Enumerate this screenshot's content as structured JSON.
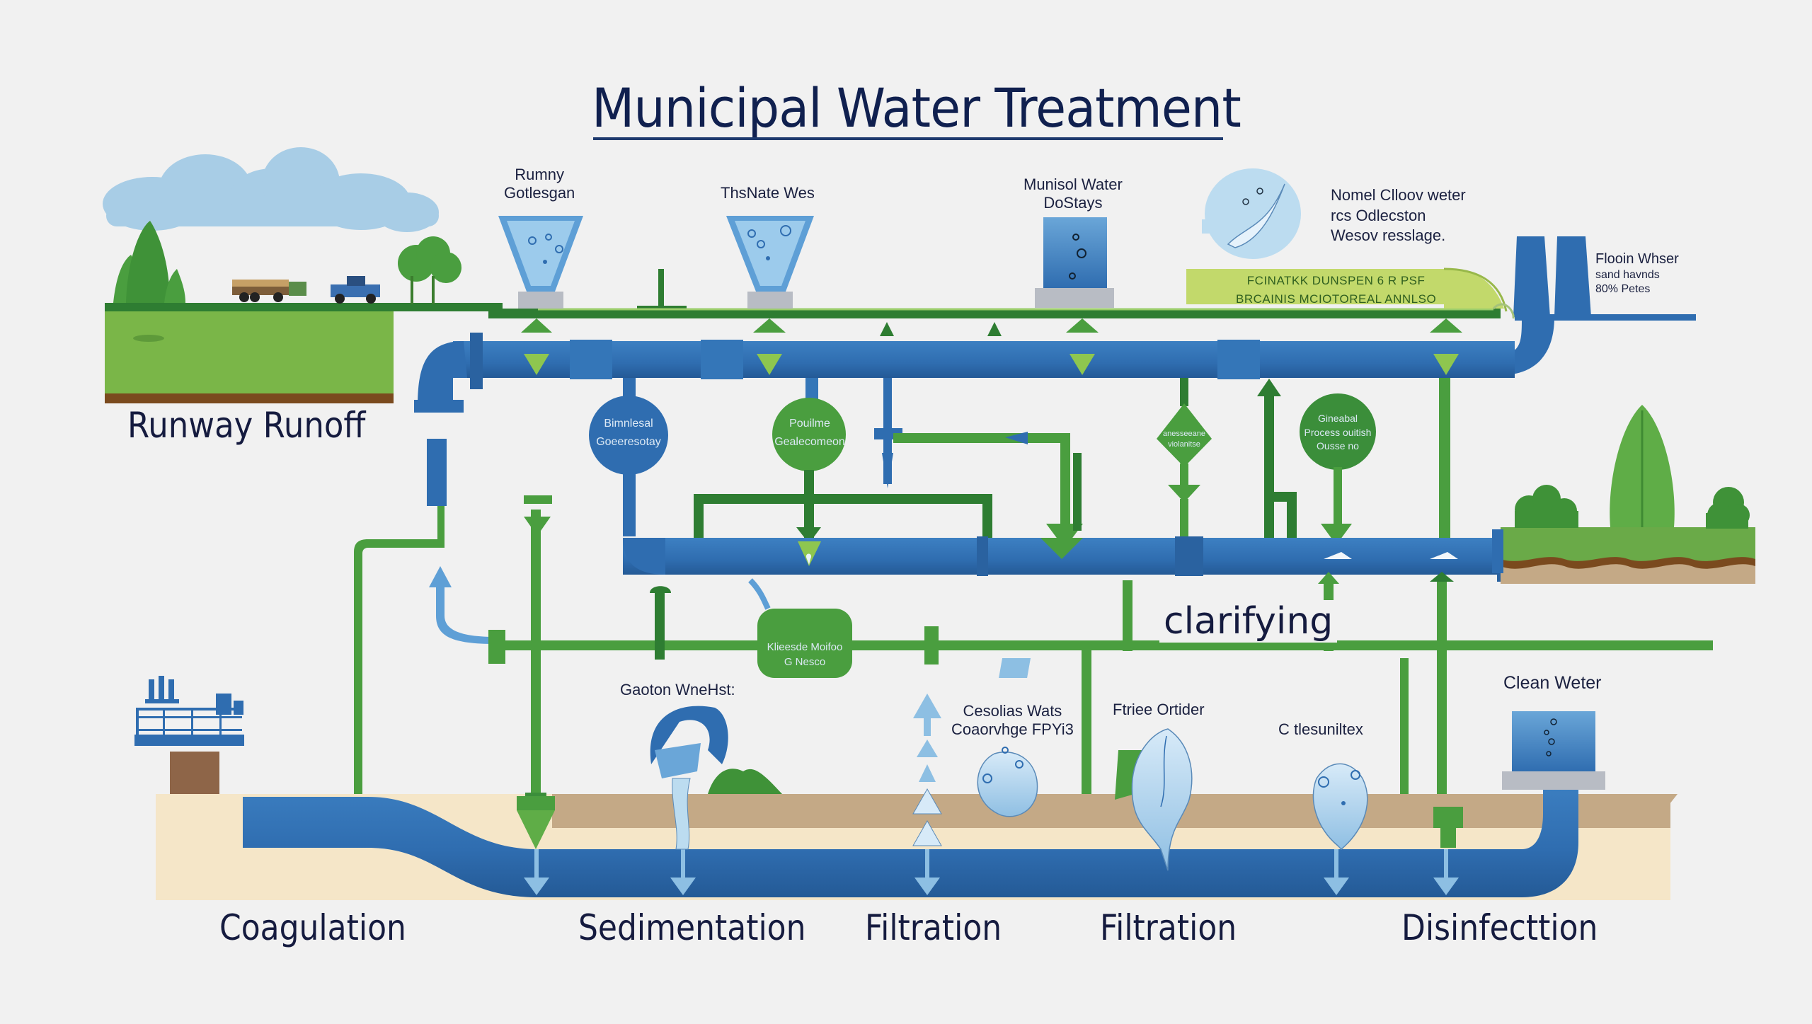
{
  "title": "Municipal Water Treatment",
  "colors": {
    "pipe_blue": "#2f6db0",
    "pipe_green": "#4a9e3f",
    "dark_green": "#2e7d32",
    "light_blue": "#9cc7e6",
    "soil": "#c4a986",
    "sand": "#f5e6c8",
    "title_navy": "#10204f"
  },
  "source": {
    "label": "Runway Runoff"
  },
  "top_labels": {
    "collection": [
      "Rumny",
      "Gotlesgan"
    ],
    "tank2": "ThsNate Wes",
    "municipal": [
      "Munisol Water",
      "DoStays"
    ],
    "note": [
      "Nomel Clloov weter",
      "rcs Odlecston",
      "Wesov resslage."
    ],
    "flow_water": [
      "Flooin Whser",
      "sand havnds",
      "80% Petes"
    ]
  },
  "banner": {
    "lines": [
      "FCINATKK DUNSPEN 6 R PSF",
      "BRCAINIS MCIOTOREAL ANNLSO"
    ]
  },
  "nodes": {
    "blue_circle": [
      "Bimnlesal",
      "Goeeresotay"
    ],
    "green_circle": [
      "Pouilme",
      "Gealecomeon"
    ],
    "diamond": [
      "anesseeane",
      "violanitse"
    ],
    "green_circle_2": [
      "Gineabal",
      "Process ouitish",
      "Ousse no"
    ],
    "mixer": [
      "Klieesde Moifoo",
      "G Nesco"
    ]
  },
  "process_label": "clarifying",
  "mid_labels": {
    "gaoton": "Gaoton WneHst:",
    "cesoliss": [
      "Cesolias Wats",
      "Coaorvhge FPYi3"
    ],
    "ftriee": "Ftriee Ortider",
    "cleasunitex": "C tlesuniltex",
    "clean_water": "Clean Weter"
  },
  "stages": [
    {
      "label": "Coagulation"
    },
    {
      "label": "Sedimentation"
    },
    {
      "label": "Filtration"
    },
    {
      "label": "Filtration"
    },
    {
      "label": "Disinfecttion"
    }
  ]
}
